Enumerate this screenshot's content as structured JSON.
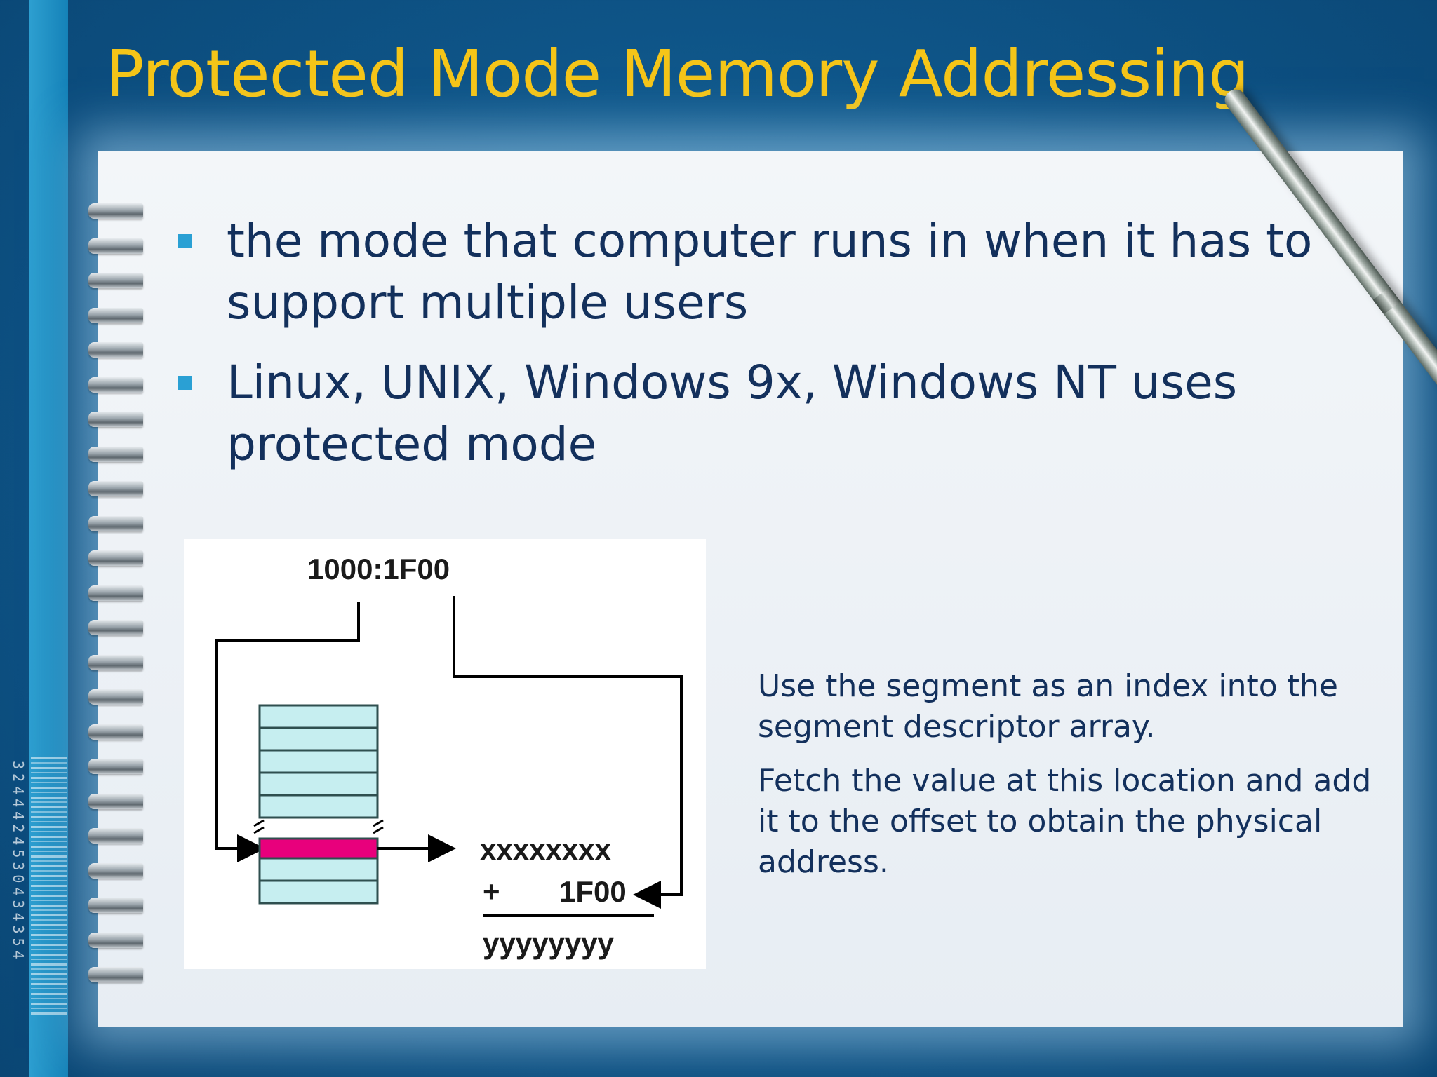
{
  "slide": {
    "title": "Protected Mode Memory Addressing",
    "bullets": [
      {
        "text": "the mode that computer runs in when it has to support multiple users"
      },
      {
        "text": "Linux, UNIX, Windows 9x, Windows NT uses protected mode"
      }
    ],
    "decor": {
      "barcode_digits": "3244424530434354",
      "accent_color": "#f5c518",
      "bullet_color": "#2aa0d4",
      "text_color": "#13305c"
    }
  },
  "diagram": {
    "address_label": "1000:1F00",
    "value_label": "xxxxxxxx",
    "plus_label": "+",
    "offset_label": "1F00",
    "result_label": "yyyyyyyy",
    "selected_row_color": "#e8007c",
    "table_row_color": "#c6eef0"
  },
  "description": {
    "paragraph_1": "Use the segment as an index into the segment descriptor array.",
    "paragraph_2": "Fetch the value at this location and add it to the offset to obtain the physical address."
  }
}
